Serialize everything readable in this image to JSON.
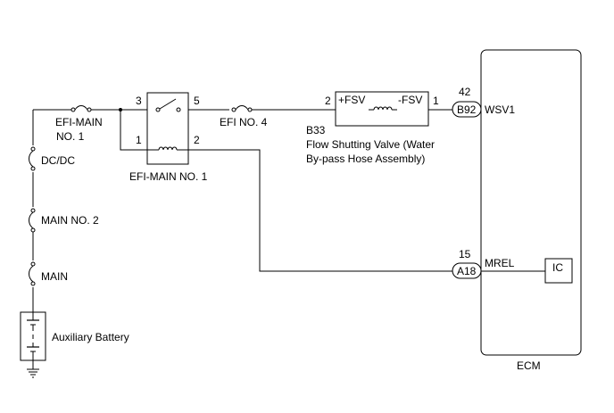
{
  "labels": {
    "efi_main_fuse_l1": "EFI-MAIN",
    "efi_main_fuse_l2": "NO. 1",
    "dcdc_fuse": "DC/DC",
    "main_no2_fuse": "MAIN NO. 2",
    "main_fuse": "MAIN",
    "battery": "Auxiliary Battery",
    "relay": "EFI-MAIN NO. 1",
    "relay_pin_3": "3",
    "relay_pin_5": "5",
    "relay_pin_1": "1",
    "relay_pin_2": "2",
    "efi_no4_fuse": "EFI NO. 4",
    "valve_pin_2": "2",
    "valve_pin_1": "1",
    "valve_plus": "+FSV",
    "valve_minus": "-FSV",
    "valve_code": "B33",
    "valve_name_l1": "Flow Shutting Valve (Water",
    "valve_name_l2": "By-pass Hose Assembly)",
    "pin_42": "42",
    "conn_b92": "B92",
    "sig_wsv1": "WSV1",
    "pin_15": "15",
    "conn_a18": "A18",
    "sig_mrel": "MREL",
    "ic": "IC",
    "ecm": "ECM"
  },
  "colors": {
    "line": "#000000",
    "background": "#ffffff"
  }
}
